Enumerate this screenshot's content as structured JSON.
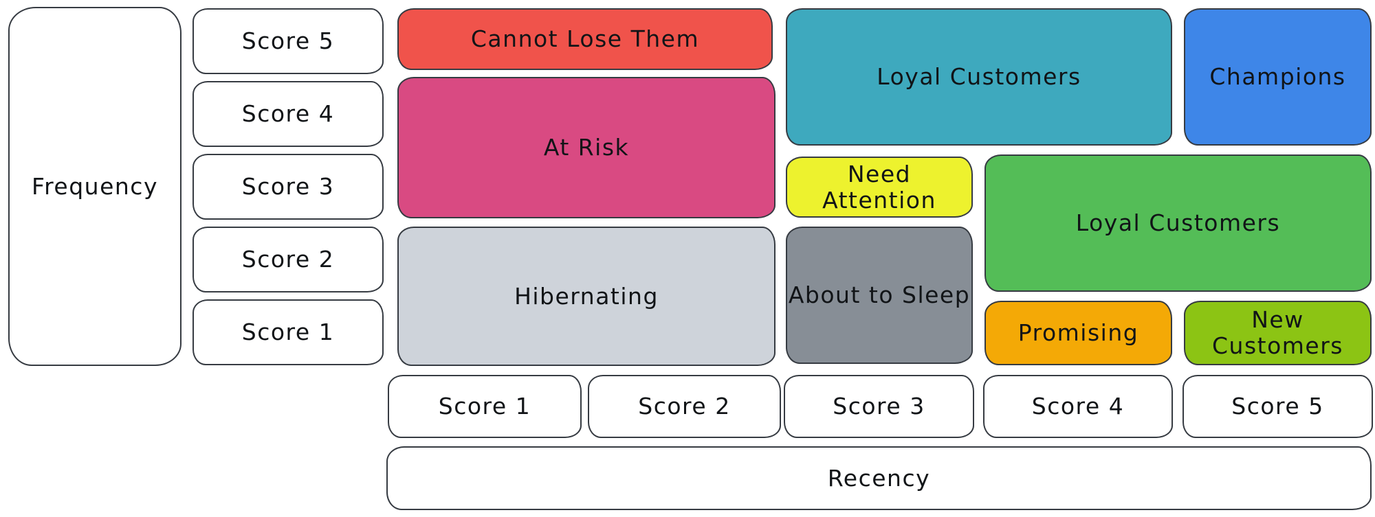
{
  "diagram": {
    "background": "#ffffff",
    "border_color": "#363b42",
    "text_color": "#111417"
  },
  "frequency_axis": {
    "label": "Frequency",
    "scores": [
      {
        "label": "Score 5"
      },
      {
        "label": "Score 4"
      },
      {
        "label": "Score 3"
      },
      {
        "label": "Score 2"
      },
      {
        "label": "Score 1"
      }
    ]
  },
  "recency_axis": {
    "label": "Recency",
    "scores": [
      {
        "label": "Score 1"
      },
      {
        "label": "Score 2"
      },
      {
        "label": "Score 3"
      },
      {
        "label": "Score 4"
      },
      {
        "label": "Score 5"
      }
    ]
  },
  "segments": {
    "cannot_lose_them": {
      "label": "Cannot Lose Them",
      "color": "#f0534b"
    },
    "at_risk": {
      "label": "At Risk",
      "color": "#d94a82"
    },
    "hibernating": {
      "label": "Hibernating",
      "color": "#ced3da"
    },
    "loyal_customers_cyan": {
      "label": "Loyal Customers",
      "color": "#3ea9be"
    },
    "champions": {
      "label": "Champions",
      "color": "#3e86e8"
    },
    "need_attention": {
      "label": "Need Attention",
      "color": "#edf22e"
    },
    "loyal_customers_green": {
      "label": "Loyal Customers",
      "color": "#54bd57"
    },
    "about_to_sleep": {
      "label": "About to Sleep",
      "color": "#878e96"
    },
    "promising": {
      "label": "Promising",
      "color": "#f4a906"
    },
    "new_customers": {
      "label": "New Customers",
      "color": "#8cc414"
    }
  }
}
